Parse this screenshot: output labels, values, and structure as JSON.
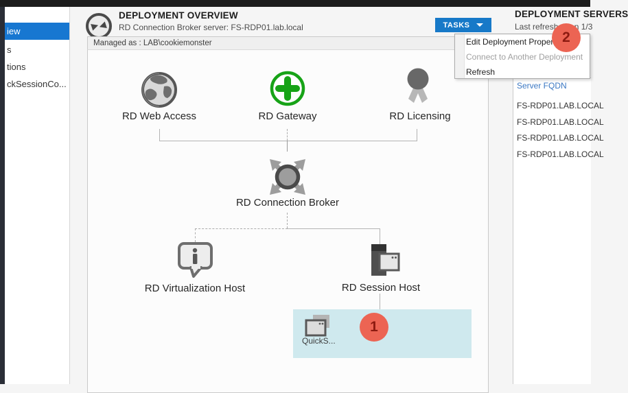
{
  "sidebar": {
    "items": [
      {
        "label": "iew",
        "selected": true
      },
      {
        "label": "s",
        "selected": false
      },
      {
        "label": "tions",
        "selected": false
      },
      {
        "label": "ckSessionCo...",
        "selected": false
      }
    ]
  },
  "overview": {
    "title": "DEPLOYMENT OVERVIEW",
    "subtitle": "RD Connection Broker server: FS-RDP01.lab.local",
    "managed_as": "Managed as : LAB\\cookiemonster",
    "tasks_label": "TASKS",
    "menu_items": [
      {
        "label": "Edit Deployment Properties",
        "enabled": true
      },
      {
        "label": "Connect to Another Deployment",
        "enabled": false
      },
      {
        "label": "Refresh",
        "enabled": true
      }
    ],
    "nodes": {
      "web_access": "RD Web Access",
      "gateway": "RD Gateway",
      "licensing": "RD Licensing",
      "broker": "RD Connection Broker",
      "virtualization_host": "RD Virtualization Host",
      "session_host": "RD Session Host",
      "collection": "QuickS..."
    },
    "annotations": {
      "badge1": "1",
      "badge2": "2"
    }
  },
  "servers_panel": {
    "title": "DEPLOYMENT SERVERS",
    "subtitle": "Last refreshed on 1/3",
    "column_header": "Server FQDN",
    "rows": [
      "FS-RDP01.LAB.LOCAL",
      "FS-RDP01.LAB.LOCAL",
      "FS-RDP01.LAB.LOCAL",
      "FS-RDP01.LAB.LOCAL"
    ]
  },
  "colors": {
    "accent_blue": "#1777d1",
    "tasks_blue": "#1779c8",
    "gateway_green": "#17a317",
    "badge_red": "#ec6453",
    "highlight_teal": "#cfe9ee"
  }
}
